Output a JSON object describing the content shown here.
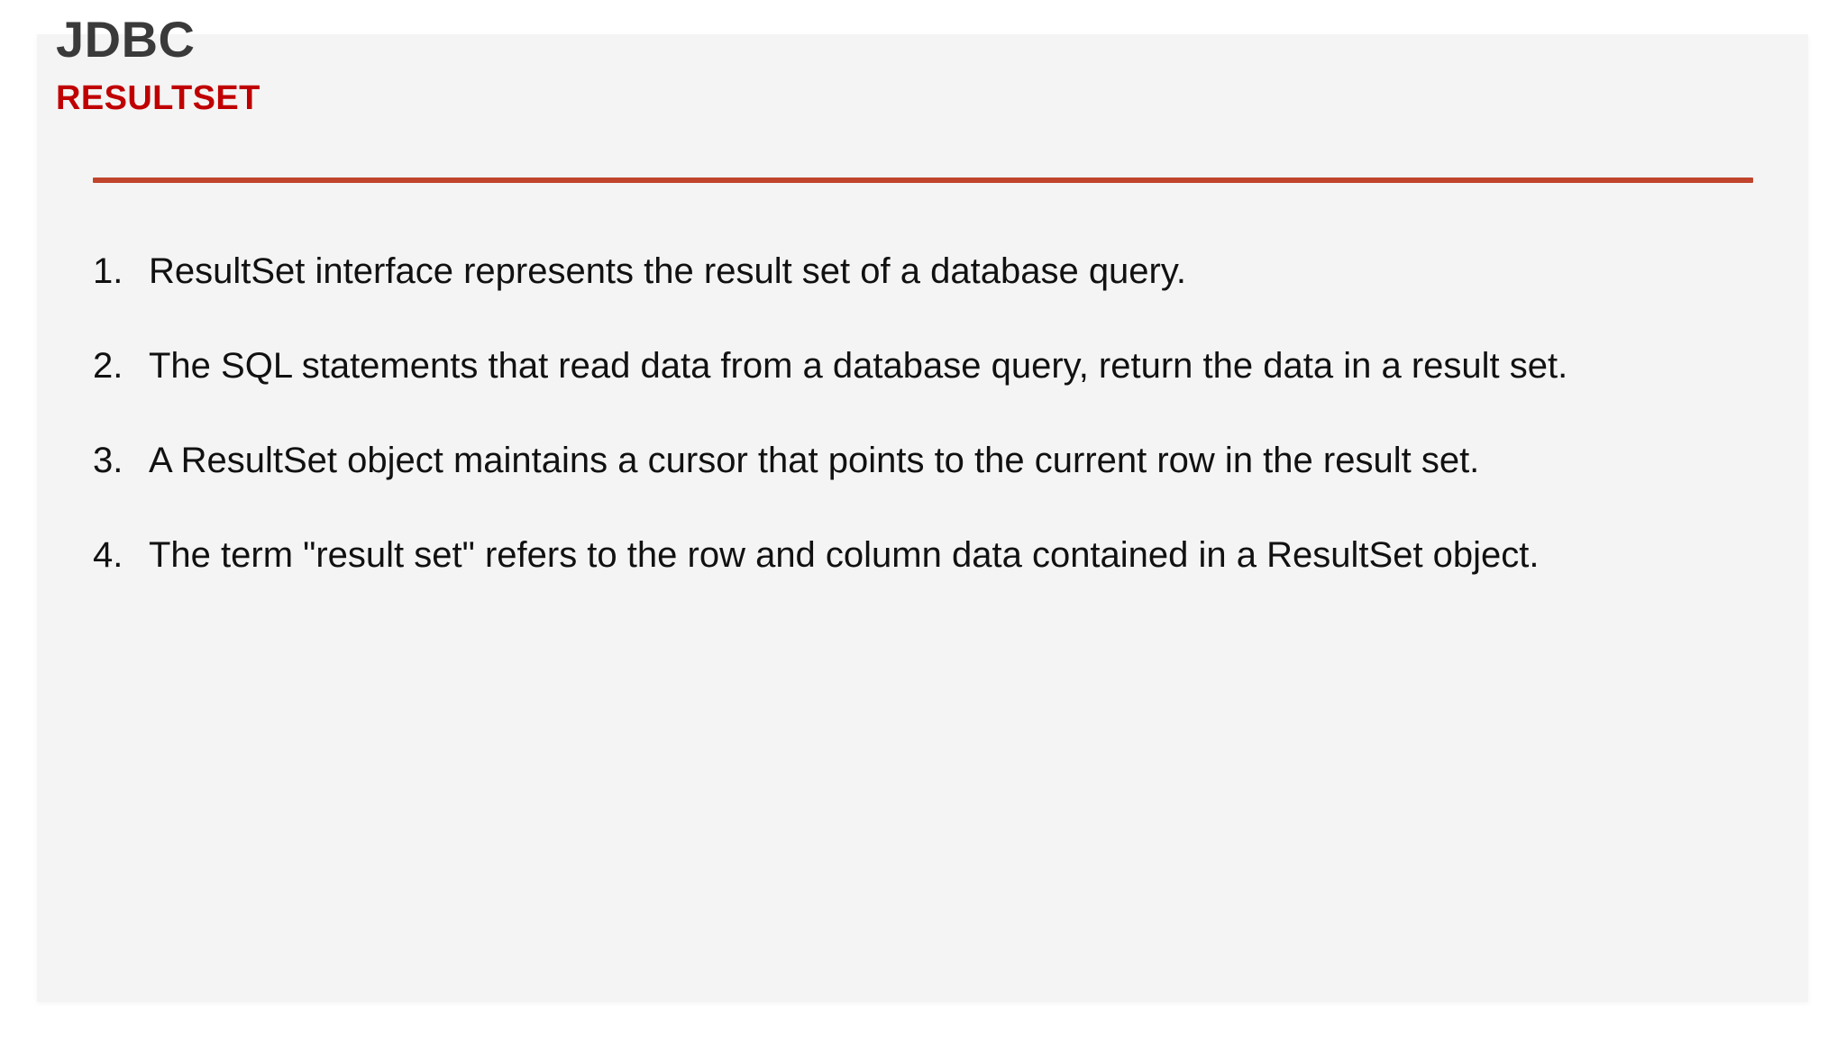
{
  "slide": {
    "title_main": "JDBC",
    "title_sub": "RESULTSET",
    "accent_color": "#C00000",
    "rule_color": "#C0442B",
    "title_color": "#3A3A3A",
    "panel_background": "#F4F4F4",
    "page_background": "#FFFFFF",
    "body_text_color": "#111111"
  },
  "content": {
    "list_type": "ordered-numeric",
    "items": [
      {
        "marker": "1.",
        "text": "ResultSet interface represents the result set of a database query."
      },
      {
        "marker": "2.",
        "text": "The SQL statements that read data from a database query, return the data in a result set."
      },
      {
        "marker": "3.",
        "text": "A ResultSet object maintains a cursor that points to the current row in the result set."
      },
      {
        "marker": "4.",
        "text": "The term \"result set\" refers to the row and column data contained in a ResultSet object."
      }
    ]
  }
}
